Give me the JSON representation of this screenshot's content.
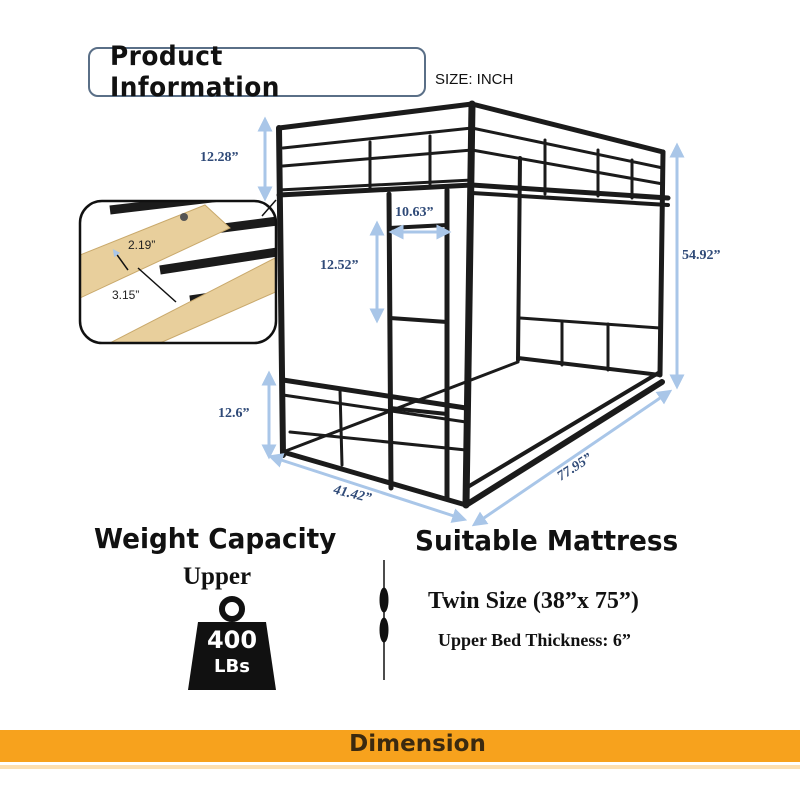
{
  "header": {
    "title": "Product Information",
    "size_unit_label": "SIZE: INCH"
  },
  "dimensions": {
    "guardrail_height": "12.28”",
    "ladder_width": "10.63”",
    "ladder_step_spacing": "12.52”",
    "total_height": "54.92”",
    "bottom_rail_height": "12.6”",
    "width": "41.42”",
    "length": "77.95”"
  },
  "slat_inset": {
    "slat_width": "2.19”",
    "slat_gap": "3.15”"
  },
  "weight_capacity": {
    "title": "Weight Capacity",
    "level": "Upper",
    "amount": "400",
    "unit": "LBs"
  },
  "mattress": {
    "title": "Suitable Mattress",
    "size": "Twin Size (38”x 75”)",
    "thickness": "Upper Bed Thickness: 6”"
  },
  "footer": {
    "label": "Dimension"
  },
  "colors": {
    "frame": "#1b1b1b",
    "dimension_line": "#a9c6e8",
    "dimension_text": "#2f4a78",
    "band": "#f7a21d",
    "slat_wood": "#e8cf9c"
  }
}
